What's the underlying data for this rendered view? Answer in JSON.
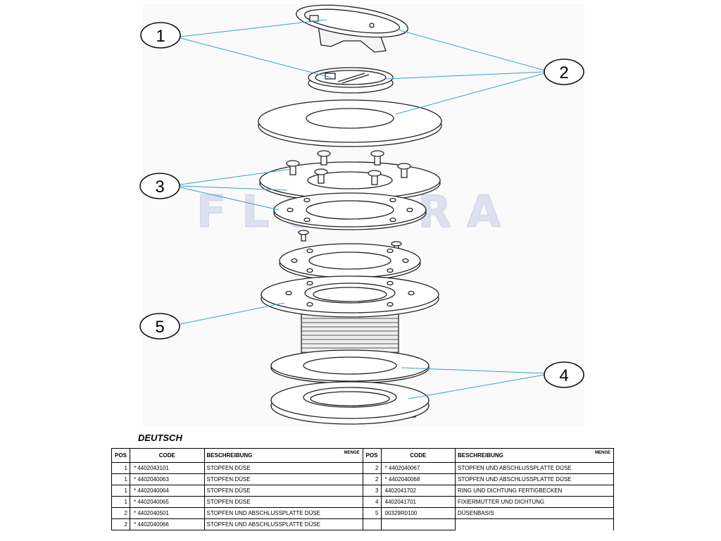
{
  "figure": {
    "watermark": "FLUIDRA",
    "callouts": [
      "1",
      "2",
      "3",
      "4",
      "5"
    ]
  },
  "parts_list": {
    "language": "DEUTSCH",
    "headers": {
      "pos": "POS",
      "code": "CODE",
      "description": "BESCHREIBUNG",
      "quantity": "MENGE"
    },
    "left": [
      {
        "qty": "1",
        "code": "* 4402043101",
        "desc": "STOPFEN DÜSE"
      },
      {
        "qty": "1",
        "code": "* 4402040063",
        "desc": "STOPFEN DÜSE"
      },
      {
        "qty": "1",
        "code": "* 4402040064",
        "desc": "STOPFEN DÜSE"
      },
      {
        "qty": "1",
        "code": "* 4402040065",
        "desc": "STOPFEN DÜSE"
      },
      {
        "qty": "2",
        "code": "* 4402040501",
        "desc": "STOPFEN UND ABSCHLUSSPLATTE DÜSE"
      },
      {
        "qty": "2",
        "code": "* 4402040066",
        "desc": "STOPFEN UND ABSCHLUSSPLATTE DÜSE"
      }
    ],
    "right": [
      {
        "qty": "2",
        "code": "* 4402040067",
        "desc": "STOPFEN UND ABSCHLUSSPLATTE DÜSE"
      },
      {
        "qty": "2",
        "code": "* 4402040068",
        "desc": "STOPFEN UND ABSCHLUSSPLATTE DÜSE"
      },
      {
        "qty": "3",
        "code": "4402041702",
        "desc": "RING UND DICHTUNG FERTIGBECKEN"
      },
      {
        "qty": "4",
        "code": "4402041701",
        "desc": "FIXIERMUTTER UND DICHTUNG"
      },
      {
        "qty": "5",
        "code": "00329R0100",
        "desc": "DÜSENBASIS"
      },
      {
        "qty": "",
        "code": "",
        "desc": ""
      }
    ]
  }
}
